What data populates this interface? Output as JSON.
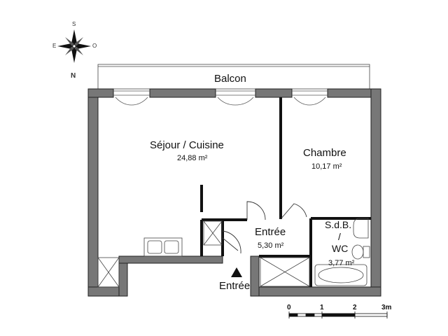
{
  "compass": {
    "north": "N",
    "south": "S",
    "east": "E",
    "west": "O"
  },
  "rooms": {
    "balcon": {
      "name": "Balcon"
    },
    "sejour": {
      "name": "Séjour / Cuisine",
      "area": "24,88 m²"
    },
    "chambre": {
      "name": "Chambre",
      "area": "10,17 m²"
    },
    "entree": {
      "name": "Entrée",
      "area": "5,30 m²"
    },
    "sdb": {
      "name_line1": "S.d.B.",
      "name_line2": "/",
      "name_line3": "WC",
      "area": "3,77 m²"
    }
  },
  "entrance_label": "Entrée",
  "scale": {
    "ticks": [
      "0",
      "1",
      "2",
      "3m"
    ]
  },
  "colors": {
    "wall": "#777777",
    "wall_outline": "#222222",
    "interior_wall": "#111111"
  }
}
